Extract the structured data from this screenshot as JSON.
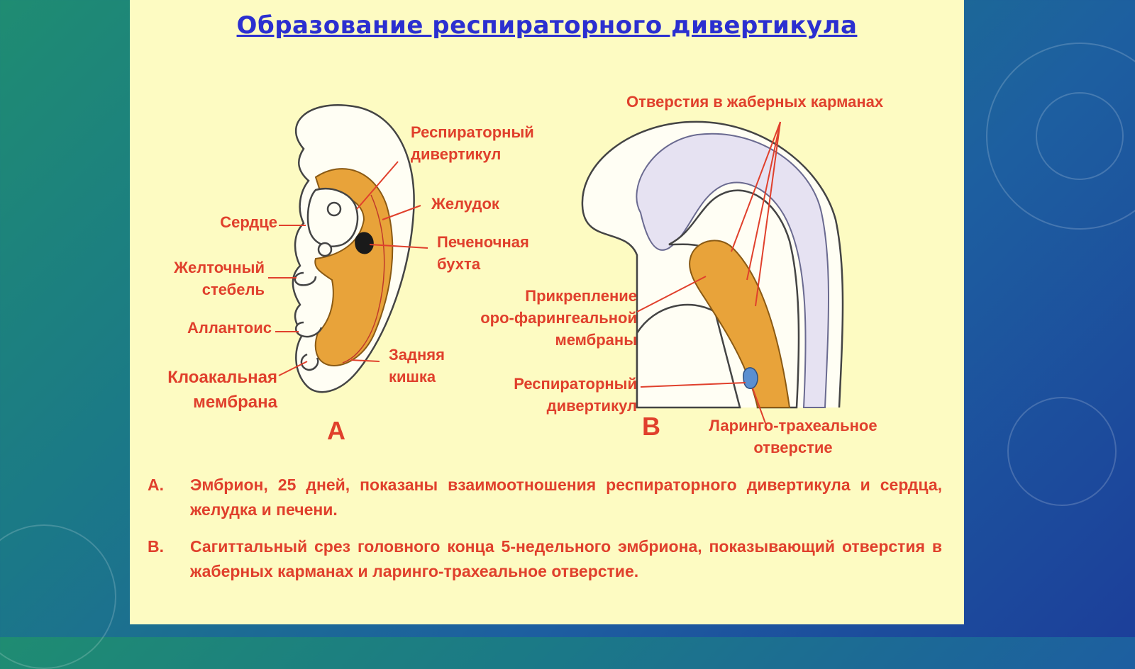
{
  "title": "Образование респираторного дивертикула",
  "diagram_a": {
    "letter": "A",
    "labels": {
      "resp_div_1": "Респираторный",
      "resp_div_2": "дивертикул",
      "stomach": "Желудок",
      "liver_bay_1": "Печеночная",
      "liver_bay_2": "бухта",
      "heart": "Сердце",
      "yolk_1": "Желточный",
      "yolk_2": "стебель",
      "allantois": "Аллантоис",
      "cloacal_1": "Клоакальная",
      "cloacal_2": "мембрана",
      "hindgut_1": "Задняя",
      "hindgut_2": "кишка"
    }
  },
  "diagram_b": {
    "letter": "B",
    "labels": {
      "gill_openings": "Отверстия в жаберных карманах",
      "attach_1": "Прикрепление",
      "attach_2": "оро-фарингеальной",
      "attach_3": "мембраны",
      "resp_div_1": "Респираторный",
      "resp_div_2": "дивертикул",
      "laryngo_1": "Ларинго-трахеальное",
      "laryngo_2": "отверстие"
    }
  },
  "captions": [
    {
      "key": "A.",
      "text": "Эмбрион, 25 дней, показаны взаимоотношения респираторного дивертикула и сердца, желудка и печени."
    },
    {
      "key": "B.",
      "text": "Сагиттальный срез головного конца 5-недельного эмбриона, показывающий отверстия в жаберных карманах и ларинго-трахеальное отверстие."
    }
  ],
  "colors": {
    "label_red": "#e0402c",
    "title_blue": "#2b2fd0",
    "slide_bg": "#fdfbc2",
    "tissue_orange": "#e8a33a"
  }
}
